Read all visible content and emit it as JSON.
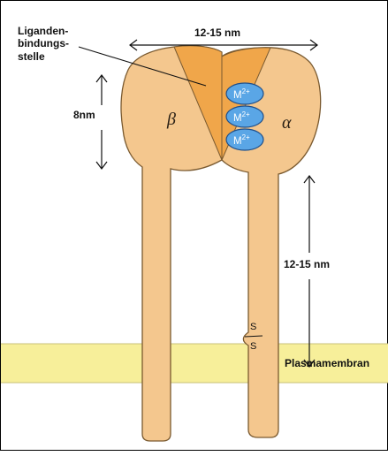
{
  "labels": {
    "ligand_line1": "Liganden-",
    "ligand_line2": "bindungs-",
    "ligand_line3": "stelle",
    "top_width": "12-15 nm",
    "head_height": "8nm",
    "stalk_length": "12-15 nm",
    "membrane": "Plasmamembran",
    "beta": "β",
    "alpha": "α",
    "ion": "M",
    "ion_charge": "2+",
    "disulfide_top": "S",
    "disulfide_bottom": "S"
  },
  "colors": {
    "subunit_fill": "#f4c78e",
    "subunit_stroke": "#7a5a30",
    "binding_site": "#f0a64a",
    "ion_fill": "#5aa6e6",
    "ion_stroke": "#1f4f8a",
    "membrane": "#f7ef9a"
  }
}
